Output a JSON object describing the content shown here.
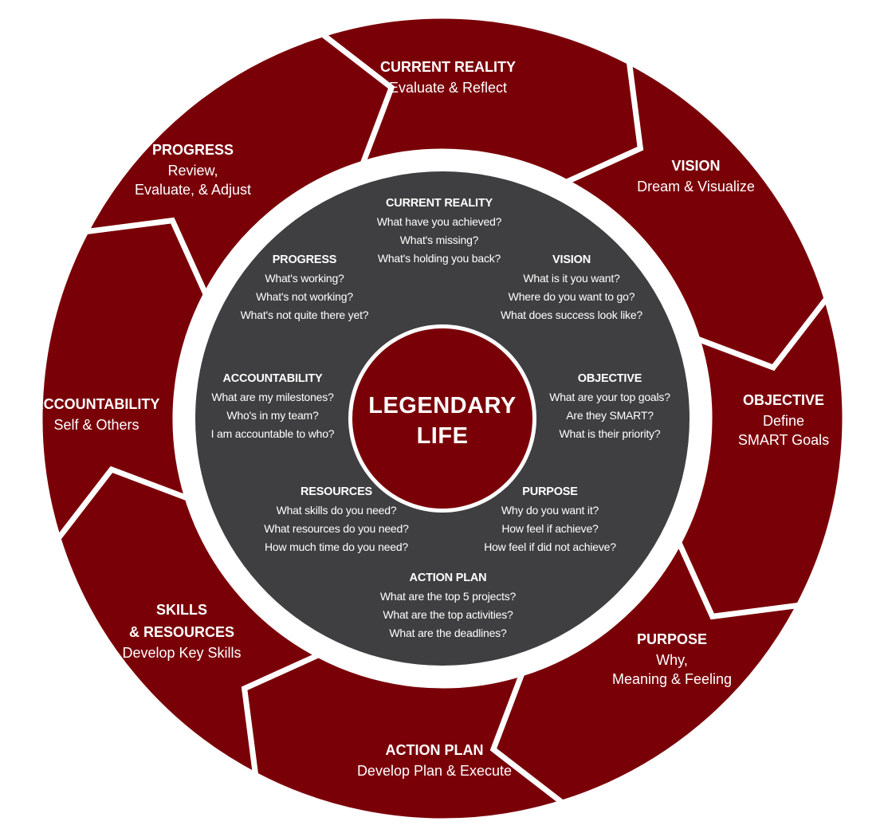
{
  "center": {
    "lines": [
      "LEGENDARY",
      "LIFE"
    ]
  },
  "outer_steps": [
    {
      "id": "current-reality",
      "title": [
        "CURRENT REALITY"
      ],
      "desc": [
        "Evaluate & Reflect"
      ]
    },
    {
      "id": "vision",
      "title": [
        "VISION"
      ],
      "desc": [
        "Dream & Visualize"
      ]
    },
    {
      "id": "objective",
      "title": [
        "OBJECTIVE"
      ],
      "desc": [
        "Define",
        "SMART Goals"
      ]
    },
    {
      "id": "purpose",
      "title": [
        "PURPOSE"
      ],
      "desc": [
        "Why,",
        "Meaning & Feeling"
      ]
    },
    {
      "id": "action-plan",
      "title": [
        "ACTION PLAN"
      ],
      "desc": [
        "Develop Plan & Execute"
      ]
    },
    {
      "id": "skills-resources",
      "title": [
        "SKILLS",
        "& RESOURCES"
      ],
      "desc": [
        "Develop Key Skills"
      ]
    },
    {
      "id": "accountability",
      "title": [
        "ACCOUNTABILITY"
      ],
      "desc": [
        "Self & Others"
      ]
    },
    {
      "id": "progress",
      "title": [
        "PROGRESS"
      ],
      "desc": [
        "Review,",
        "Evaluate, & Adjust"
      ]
    }
  ],
  "inner_sections": [
    {
      "id": "current-reality",
      "title": "CURRENT REALITY",
      "questions": [
        "What have you achieved?",
        "What's missing?",
        "What's holding you back?"
      ]
    },
    {
      "id": "vision",
      "title": "VISION",
      "questions": [
        "What is it you want?",
        "Where do you want to go?",
        "What does success look like?"
      ]
    },
    {
      "id": "objective",
      "title": "OBJECTIVE",
      "questions": [
        "What are your top goals?",
        "Are they SMART?",
        "What is their priority?"
      ]
    },
    {
      "id": "purpose",
      "title": "PURPOSE",
      "questions": [
        "Why do you want it?",
        "How feel if achieve?",
        "How feel if did not achieve?"
      ]
    },
    {
      "id": "action-plan",
      "title": "ACTION PLAN",
      "questions": [
        "What are the top 5 projects?",
        "What are the top activities?",
        "What are the deadlines?"
      ]
    },
    {
      "id": "resources",
      "title": "RESOURCES",
      "questions": [
        "What skills do you need?",
        "What resources do you need?",
        "How much time do you need?"
      ]
    },
    {
      "id": "accountability",
      "title": "ACCOUNTABILITY",
      "questions": [
        "What are my milestones?",
        "Who's in my team?",
        "I am accountable to who?"
      ]
    },
    {
      "id": "progress",
      "title": "PROGRESS",
      "questions": [
        "What's working?",
        "What's not working?",
        "What's not quite there yet?"
      ]
    }
  ],
  "colors": {
    "ring": "#7a0008",
    "disc": "#3f3f41",
    "center": "#7a0008",
    "gap": "#ffffff",
    "text": "#ffffff"
  }
}
